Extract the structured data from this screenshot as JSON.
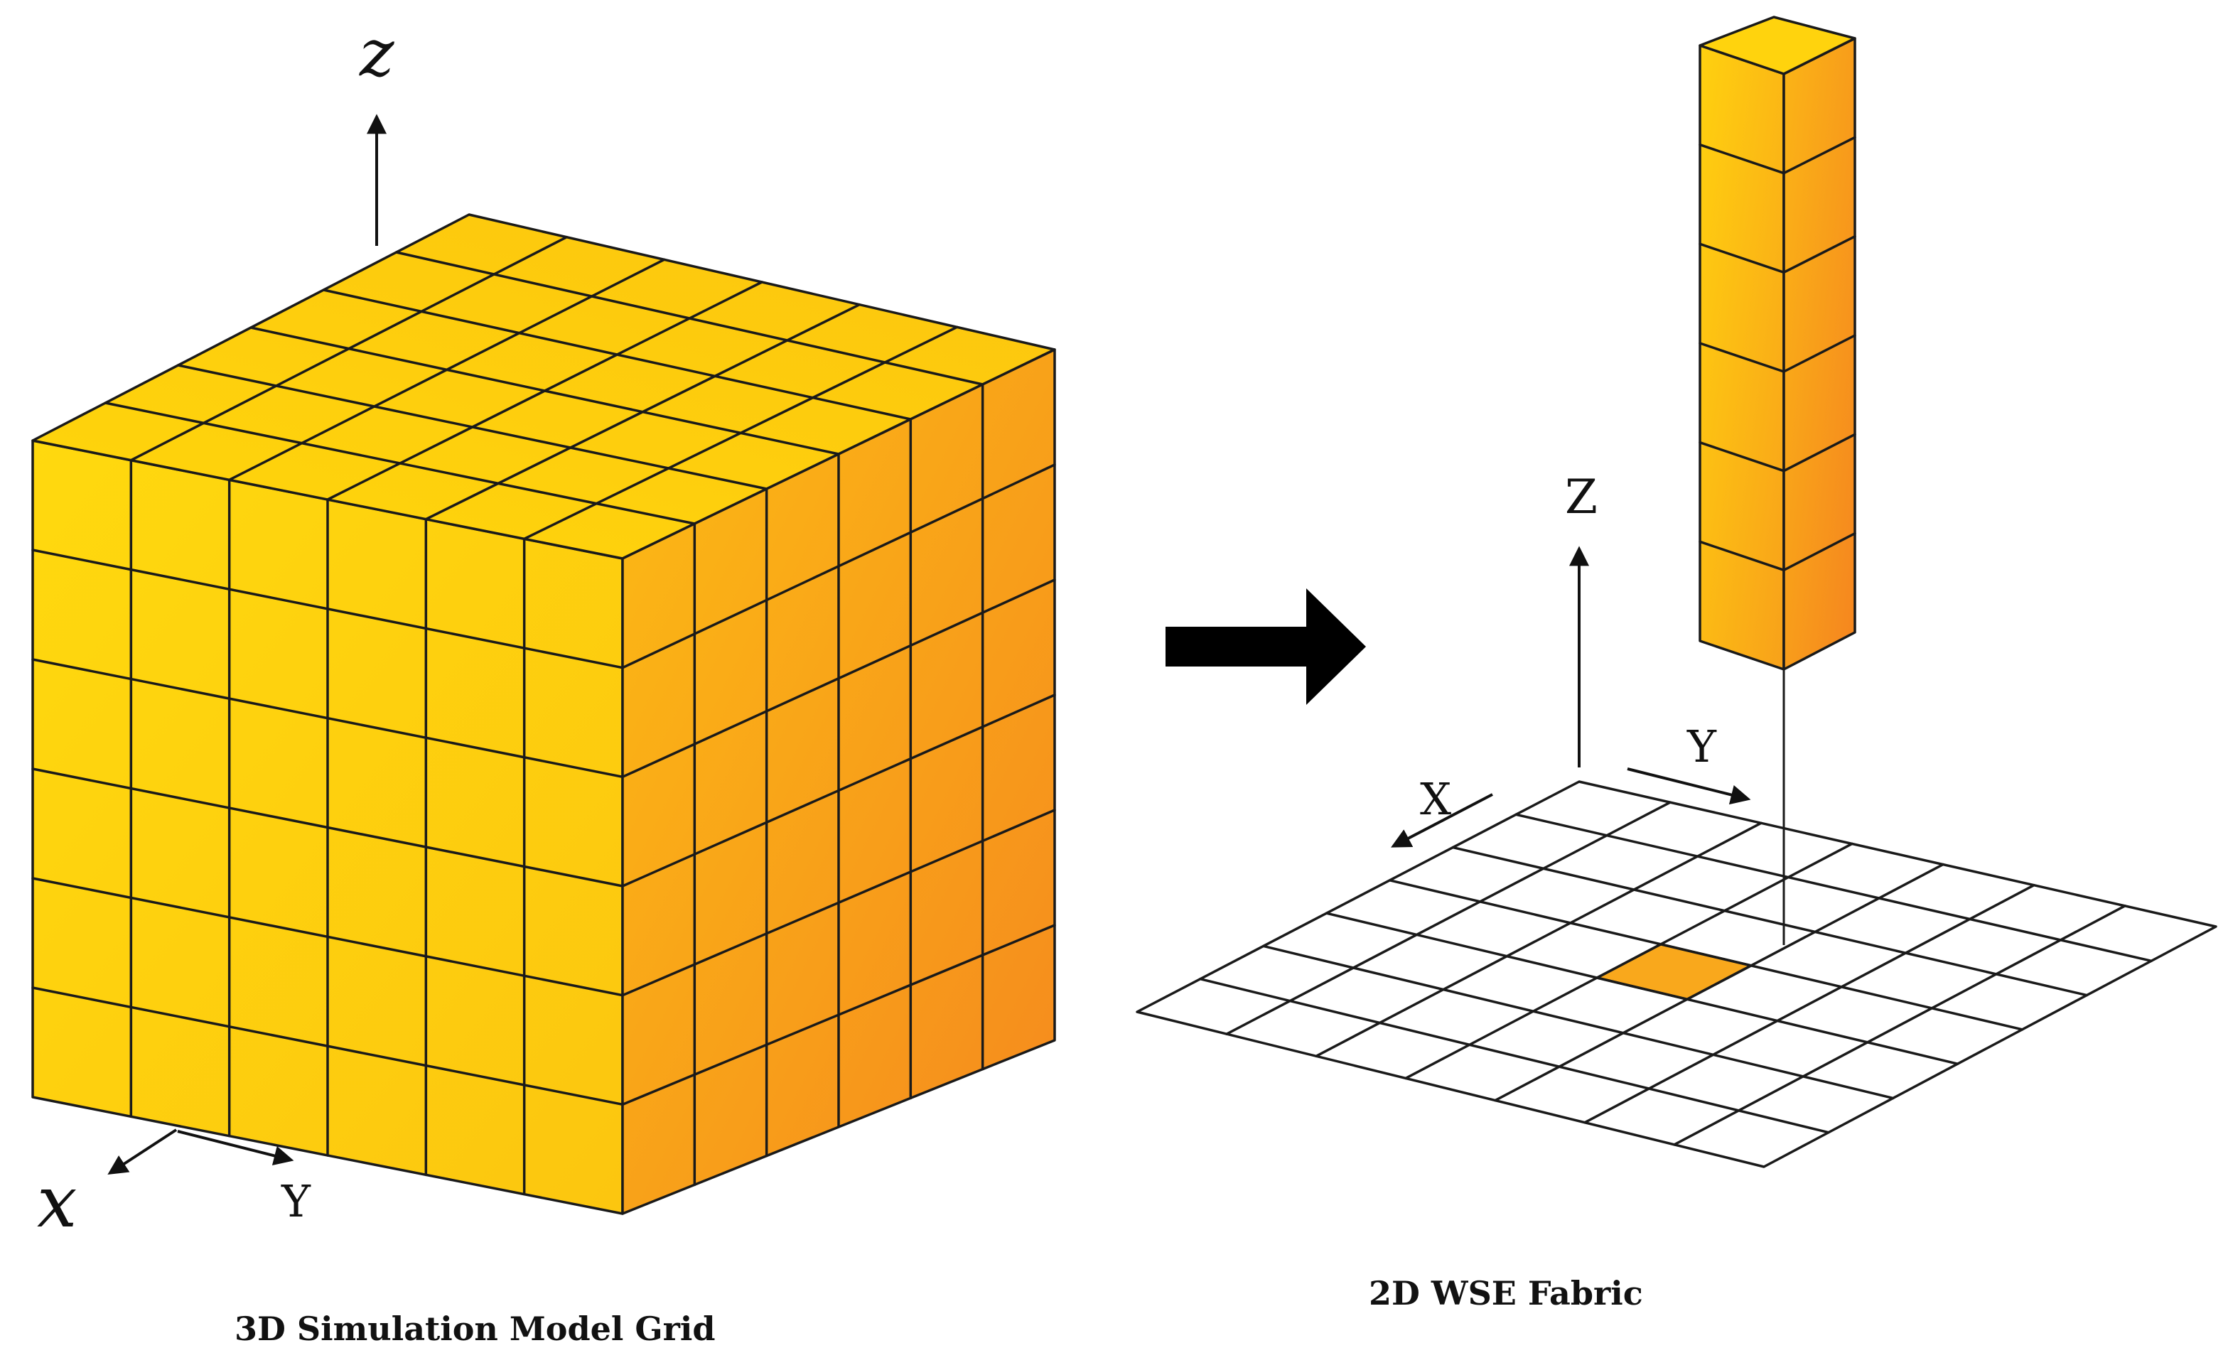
{
  "left_figure": {
    "caption": "3D Simulation Model Grid",
    "axes": {
      "x": "x",
      "y": "Y",
      "z": "z"
    },
    "grid_size": 6
  },
  "right_figure": {
    "caption": "2D WSE Fabric",
    "axes": {
      "x": "X",
      "y": "Y",
      "z": "Z"
    },
    "fabric_size": 7,
    "column_cells": 6
  },
  "colors": {
    "cube_light": "#ffd60c",
    "cube_dark": "#f58a1e",
    "highlight": "#f9a81c",
    "lines": "#1a1a1a",
    "fabric_fill": "#ffffff"
  },
  "transition_icon": "right-arrow-icon"
}
